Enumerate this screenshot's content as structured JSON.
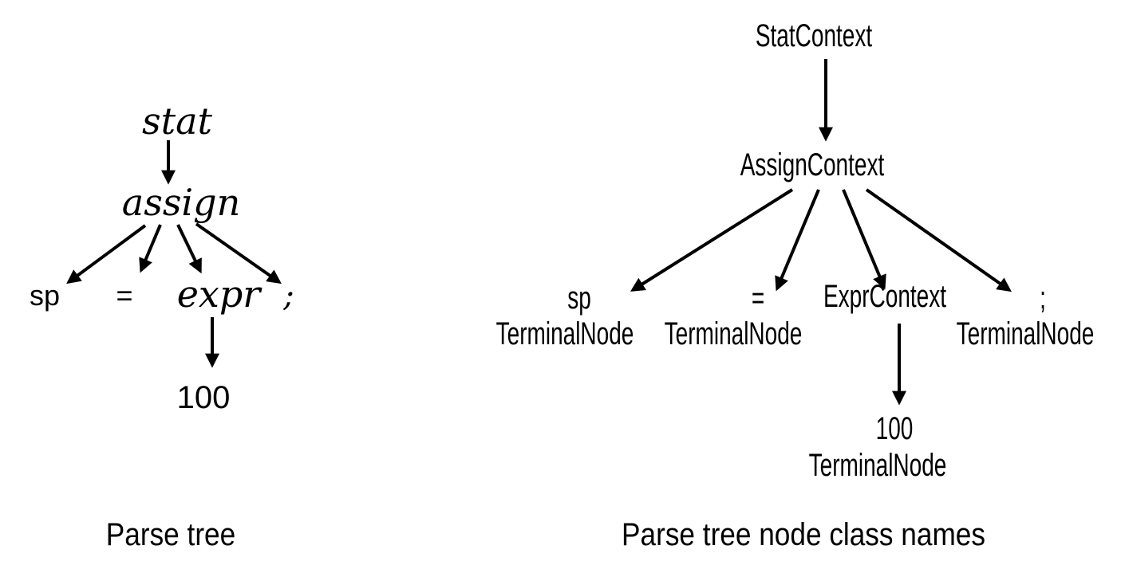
{
  "left_tree": {
    "caption": "Parse tree",
    "nodes": {
      "stat": "stat",
      "assign": "assign",
      "sp": "sp",
      "eq": "=",
      "expr": "expr",
      "semi": ";",
      "num": "100"
    }
  },
  "right_tree": {
    "caption": "Parse tree node class names",
    "nodes": {
      "stat": "StatContext",
      "assign": "AssignContext",
      "sp": "sp",
      "sp_class": "TerminalNode",
      "eq": "=",
      "eq_class": "TerminalNode",
      "expr": "ExprContext",
      "semi": ";",
      "semi_class": "TerminalNode",
      "num": "100",
      "num_class": "TerminalNode"
    }
  },
  "colors": {
    "ink": "#000000",
    "background": "#ffffff"
  }
}
